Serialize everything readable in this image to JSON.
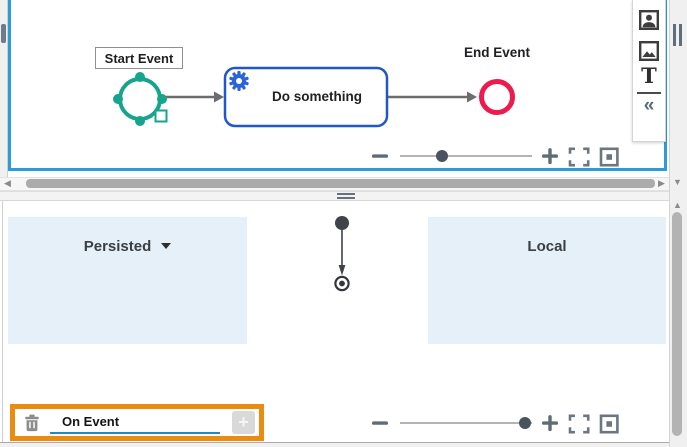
{
  "diagram": {
    "start_event_label": "Start Event",
    "task_label": "Do something",
    "end_event_label": "End Event",
    "colors": {
      "panel_border": "#2a9dd8",
      "start_event": "#16a58c",
      "task_border": "#2157c8",
      "task_gear": "#2b63d9",
      "end_event": "#ee1a4d",
      "connector": "#6d6d6d"
    }
  },
  "palette": {
    "icons": [
      {
        "name": "user-image-icon"
      },
      {
        "name": "image-icon"
      },
      {
        "name": "text-icon",
        "glyph": "T"
      },
      {
        "name": "collapse-icon",
        "glyph": "«"
      }
    ]
  },
  "top_zoombar": {
    "slider_cx": "77"
  },
  "bottom_zoombar": {
    "slider_cx": "160"
  },
  "events_view": {
    "groups": [
      {
        "label": "Persisted",
        "has_dropdown": true
      },
      {
        "label": "Local",
        "has_dropdown": false
      }
    ],
    "event_bar": {
      "event_name": "On Event",
      "add_label": "+",
      "highlight_color": "#ea8c10"
    }
  }
}
